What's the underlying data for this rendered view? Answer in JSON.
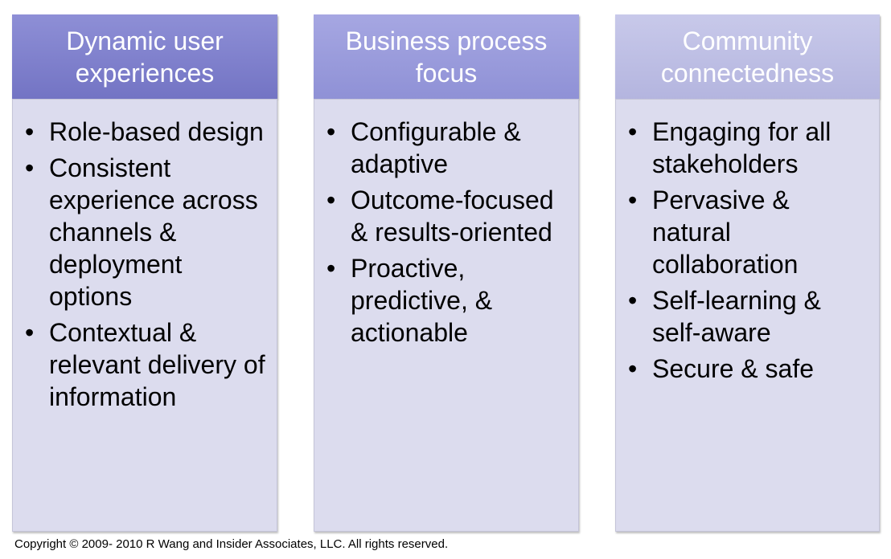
{
  "columns": [
    {
      "title": "Dynamic user experiences",
      "items": [
        "Role-based design",
        "Consistent experience across channels & deployment options",
        "Contextual & relevant delivery of information"
      ]
    },
    {
      "title": "Business process focus",
      "items": [
        "Configurable & adaptive",
        "Outcome-focused & results-oriented",
        "Proactive, predictive, & actionable"
      ]
    },
    {
      "title": "Community connectedness",
      "items": [
        "Engaging for all stakeholders",
        "Pervasive & natural collaboration",
        "Self-learning & self-aware",
        "Secure & safe"
      ]
    }
  ],
  "footer": {
    "copyright": "Copyright © 2009- 2010  R Wang and Insider Associates, LLC. All rights reserved."
  },
  "colors": {
    "header_1": "#7374c4",
    "header_2": "#8f91d6",
    "header_3": "#b4b5df",
    "body_fill": "#dcdcee"
  }
}
